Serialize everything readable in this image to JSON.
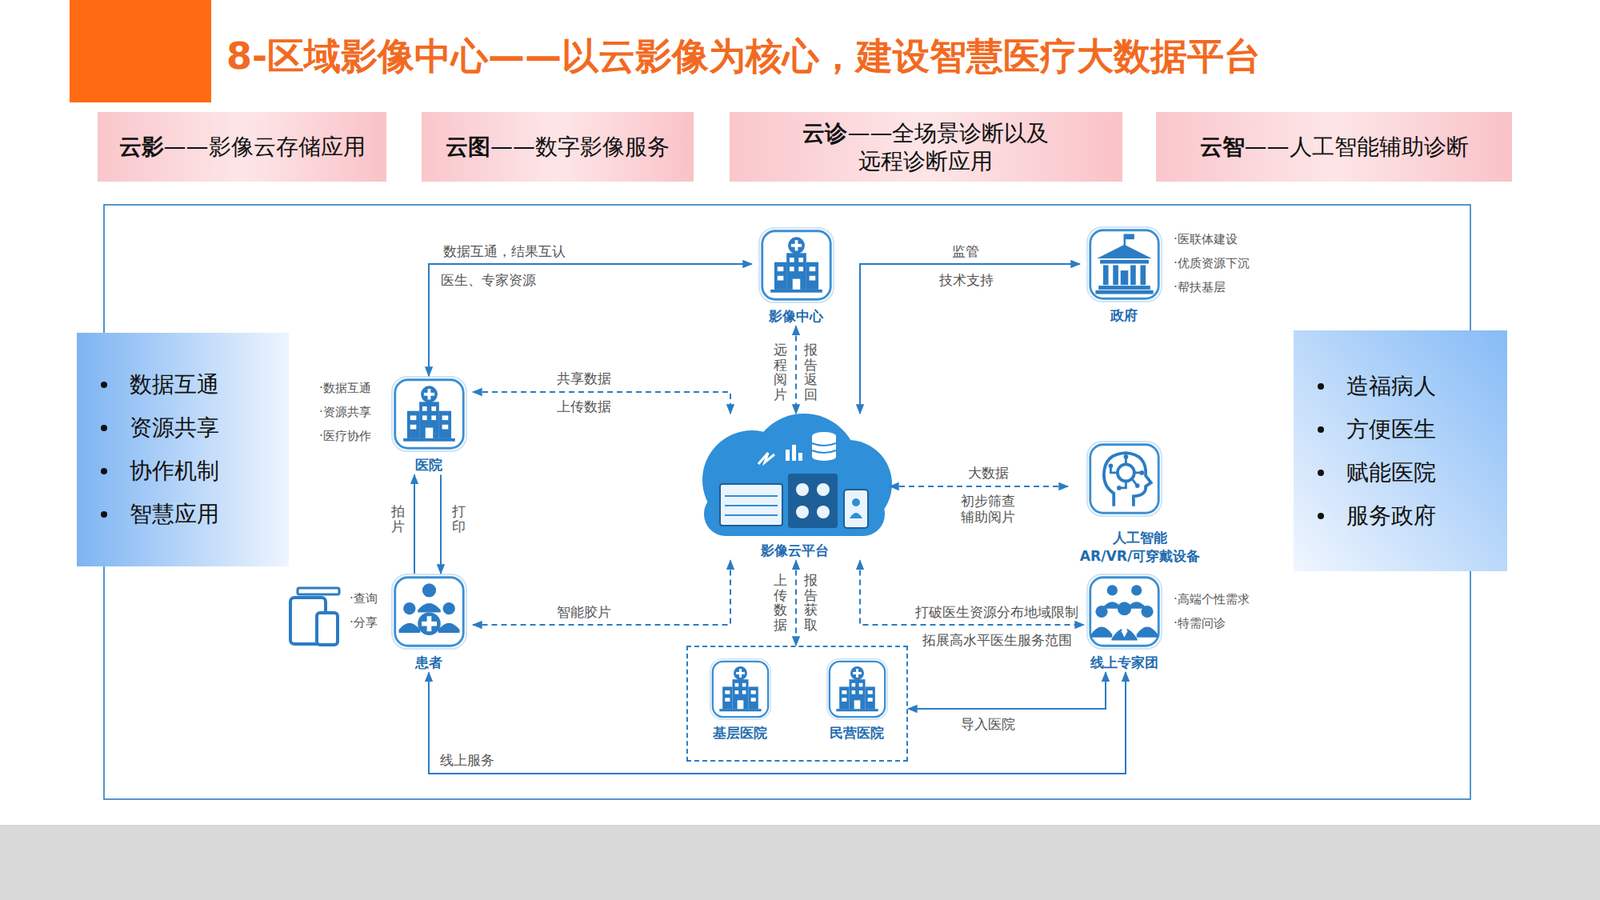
{
  "diagram": {
    "title": "8-区域影像中心——以云影像为核心，建设智慧医疗大数据平台",
    "nodes": [
      {
        "text": [
          "云影",
          "——影像云存储应用"
        ]
      },
      {
        "text": [
          "云图",
          "——数字影像服务"
        ]
      },
      {
        "text": [
          "云诊",
          "——全场景诊断以及 远程诊断应用"
        ]
      },
      {
        "text": [
          "云智",
          "——人工智能辅助诊断"
        ]
      },
      {
        "text": [
          "数据互通",
          "资源共享",
          "协作机制",
          "智慧应用"
        ]
      },
      {
        "text": [
          "影像中心"
        ]
      },
      {
        "text": [
          "政府"
        ]
      },
      {
        "text": [
          "造福病人",
          "方便医生",
          "赋能医院",
          "服务政府"
        ]
      },
      {
        "text": [
          "医院"
        ]
      },
      {
        "text": [
          "影像云平台"
        ]
      },
      {
        "text": [
          "人工智能",
          "AR/VR/可穿戴设备"
        ]
      },
      {
        "text": [
          "患者"
        ]
      },
      {
        "text": [
          "线上专家团"
        ]
      },
      {
        "text": []
      },
      {
        "text": [
          "基层医院"
        ],
        "in": 13
      },
      {
        "text": [
          "民营医院"
        ],
        "in": 13
      }
    ],
    "edges": [
      {
        "from": 8,
        "to": 5,
        "arrow": "both",
        "label": "数据互通，结果互认"
      },
      {
        "from": 9,
        "to": 6,
        "arrow": "both",
        "label": "监管"
      },
      {
        "from": 5,
        "to": 9,
        "arrow": "both",
        "label": "远程阅片"
      },
      {
        "from": 8,
        "to": 9,
        "arrow": "both",
        "label": "共享数据"
      },
      {
        "from": 11,
        "to": 8,
        "arrow": "to",
        "label": "拍片"
      },
      {
        "from": 8,
        "to": 11,
        "arrow": "to",
        "label": "打印"
      },
      {
        "from": 9,
        "to": 11,
        "arrow": "both",
        "label": "智能胶片"
      },
      {
        "from": 9,
        "to": 13,
        "arrow": "both",
        "label": "上传数据"
      },
      {
        "from": 9,
        "to": 12,
        "arrow": "both",
        "label": "打破医生资源分布地域限制"
      },
      {
        "from": 9,
        "to": 10,
        "arrow": "both",
        "label": "大数据"
      },
      {
        "from": 12,
        "to": 13,
        "arrow": "both",
        "label": "导入医院"
      },
      {
        "from": 11,
        "to": 12,
        "arrow": "both",
        "label": "线上服务"
      }
    ],
    "labels": [
      "·医联体建设",
      "·优质资源下沉",
      "·帮扶基层",
      "·数据互通",
      "·资源共享",
      "·医疗协作",
      "·查询",
      "·分享",
      "·高端个性需求",
      "·特需问诊",
      "医生、专家资源",
      "技术支持",
      "报告返回",
      "上传数据",
      "报告获取",
      "拓展高水平医生服务范围",
      "初步筛查 辅助阅片"
    ]
  }
}
